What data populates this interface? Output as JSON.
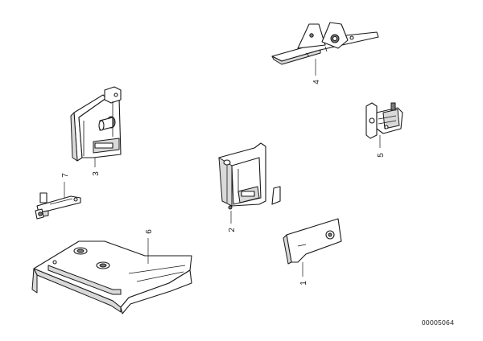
{
  "callouts": {
    "c1": "1",
    "c2": "2",
    "c3": "3",
    "c4": "4",
    "c5": "5",
    "c6": "6",
    "c7": "7"
  },
  "diagram_number": "00005064"
}
